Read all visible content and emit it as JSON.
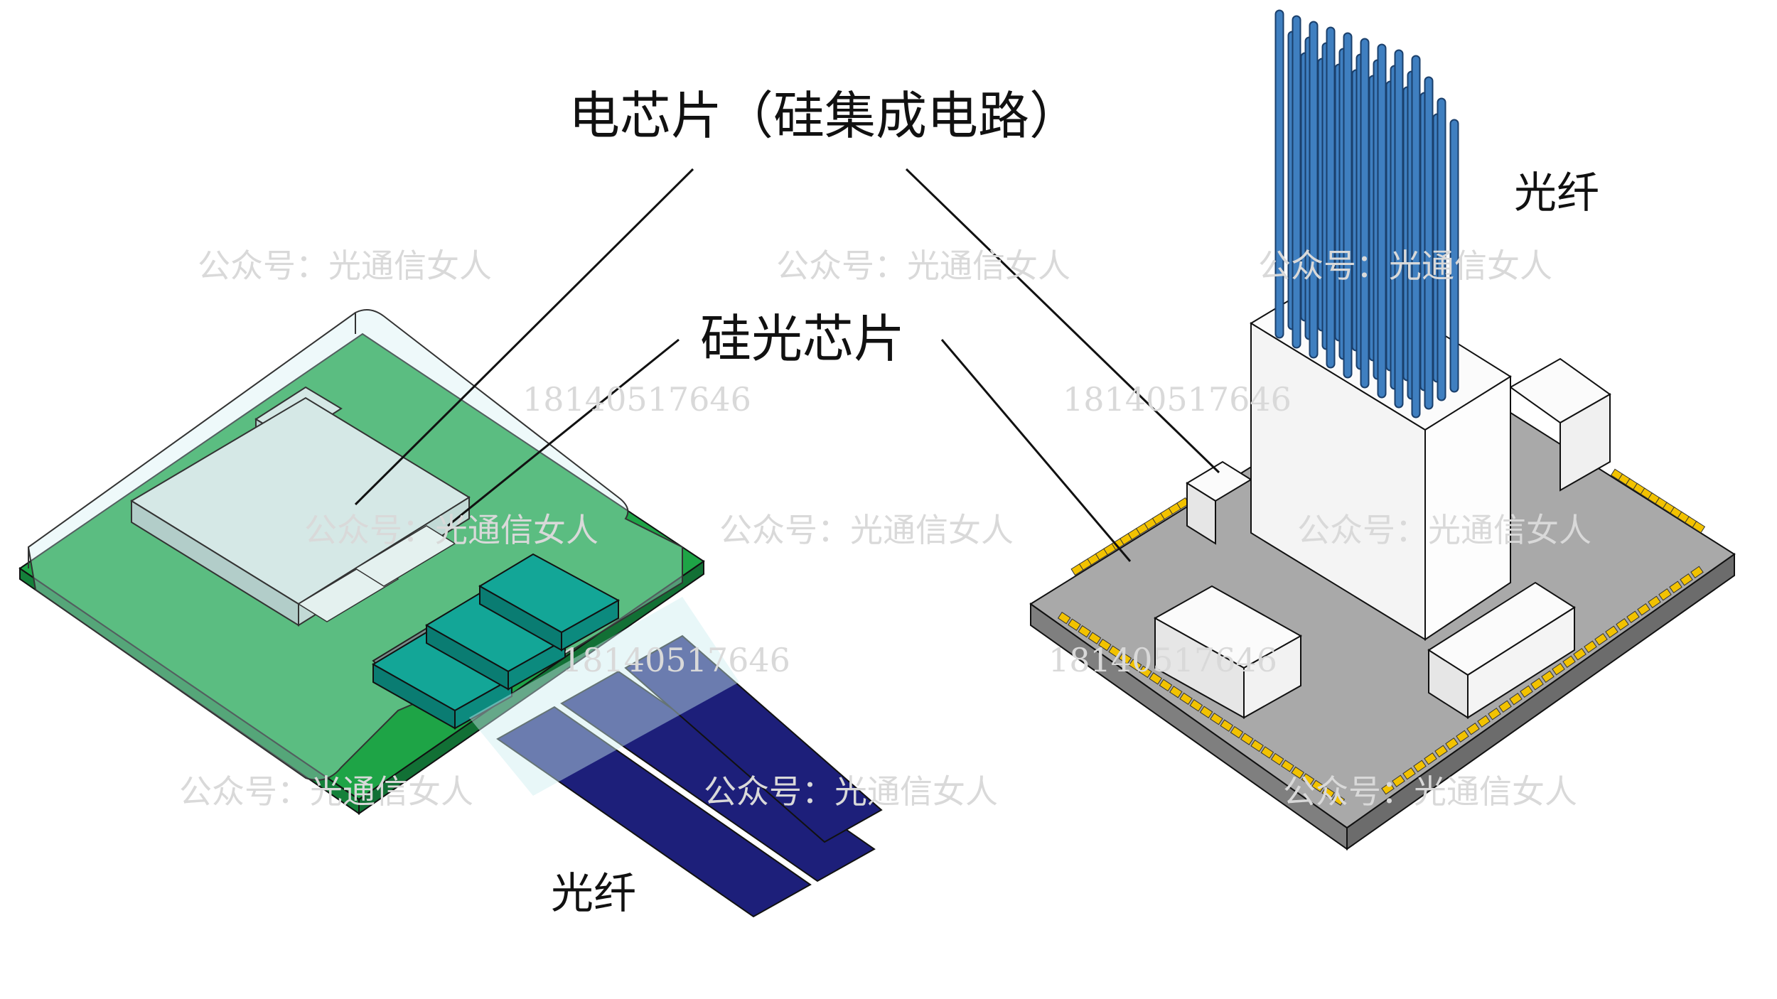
{
  "labels": {
    "electronic_chip": "电芯片（硅集成电路）",
    "silicon_photonic_chip": "硅光芯片",
    "fiber_left": "光纤",
    "fiber_right": "光纤"
  },
  "watermarks": {
    "account": "公众号：光通信女人",
    "phone": "18140517646"
  },
  "colors": {
    "pcb_green": "#1ea446",
    "chip_cyan": "#009a8e",
    "fiber_navy": "#1d1f7a",
    "fiber_blue": "#3f7fc0",
    "pad_gold": "#f2c200",
    "substrate_gray": "#a9a9a9",
    "leader_line": "#111111"
  }
}
